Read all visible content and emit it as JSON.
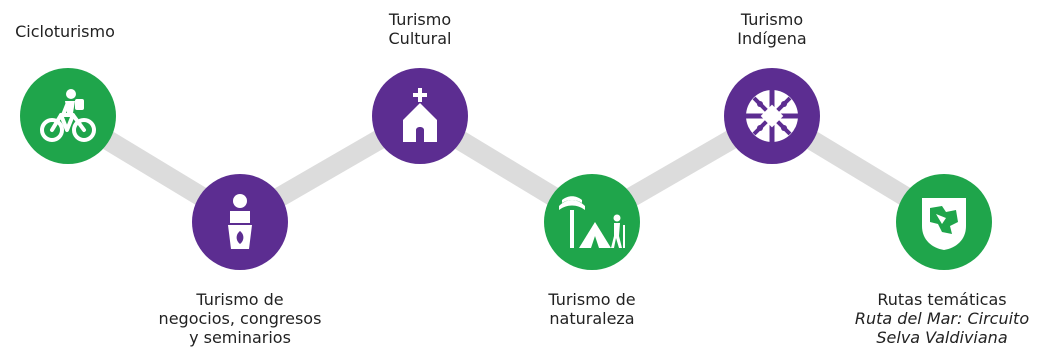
{
  "colors": {
    "green": "#1fa54b",
    "purple": "#5c2d91",
    "connector": "#dcdcdc",
    "icon": "#ffffff",
    "text": "#222222"
  },
  "nodes": [
    {
      "id": "cicloturismo",
      "color": "green",
      "icon": "cyclist-icon",
      "label_lines": [
        "Cicloturismo"
      ]
    },
    {
      "id": "negocios",
      "color": "purple",
      "icon": "vase-icon",
      "label_lines": [
        "Turismo de",
        "negocios, congresos",
        "y seminarios"
      ]
    },
    {
      "id": "cultural",
      "color": "purple",
      "icon": "church-icon",
      "label_lines": [
        "Turismo",
        "Cultural"
      ]
    },
    {
      "id": "naturaleza",
      "color": "green",
      "icon": "tent-hiker-icon",
      "label_lines": [
        "Turismo de",
        "naturaleza"
      ]
    },
    {
      "id": "indigena",
      "color": "purple",
      "icon": "cultrun-icon",
      "label_lines": [
        "Turismo",
        "Indígena"
      ]
    },
    {
      "id": "rutas",
      "color": "green",
      "icon": "map-shield-icon",
      "label_lines": [
        "Rutas temáticas"
      ],
      "italic_lines": [
        "Ruta del Mar: Circuito",
        "Selva Valdiviana"
      ]
    }
  ]
}
